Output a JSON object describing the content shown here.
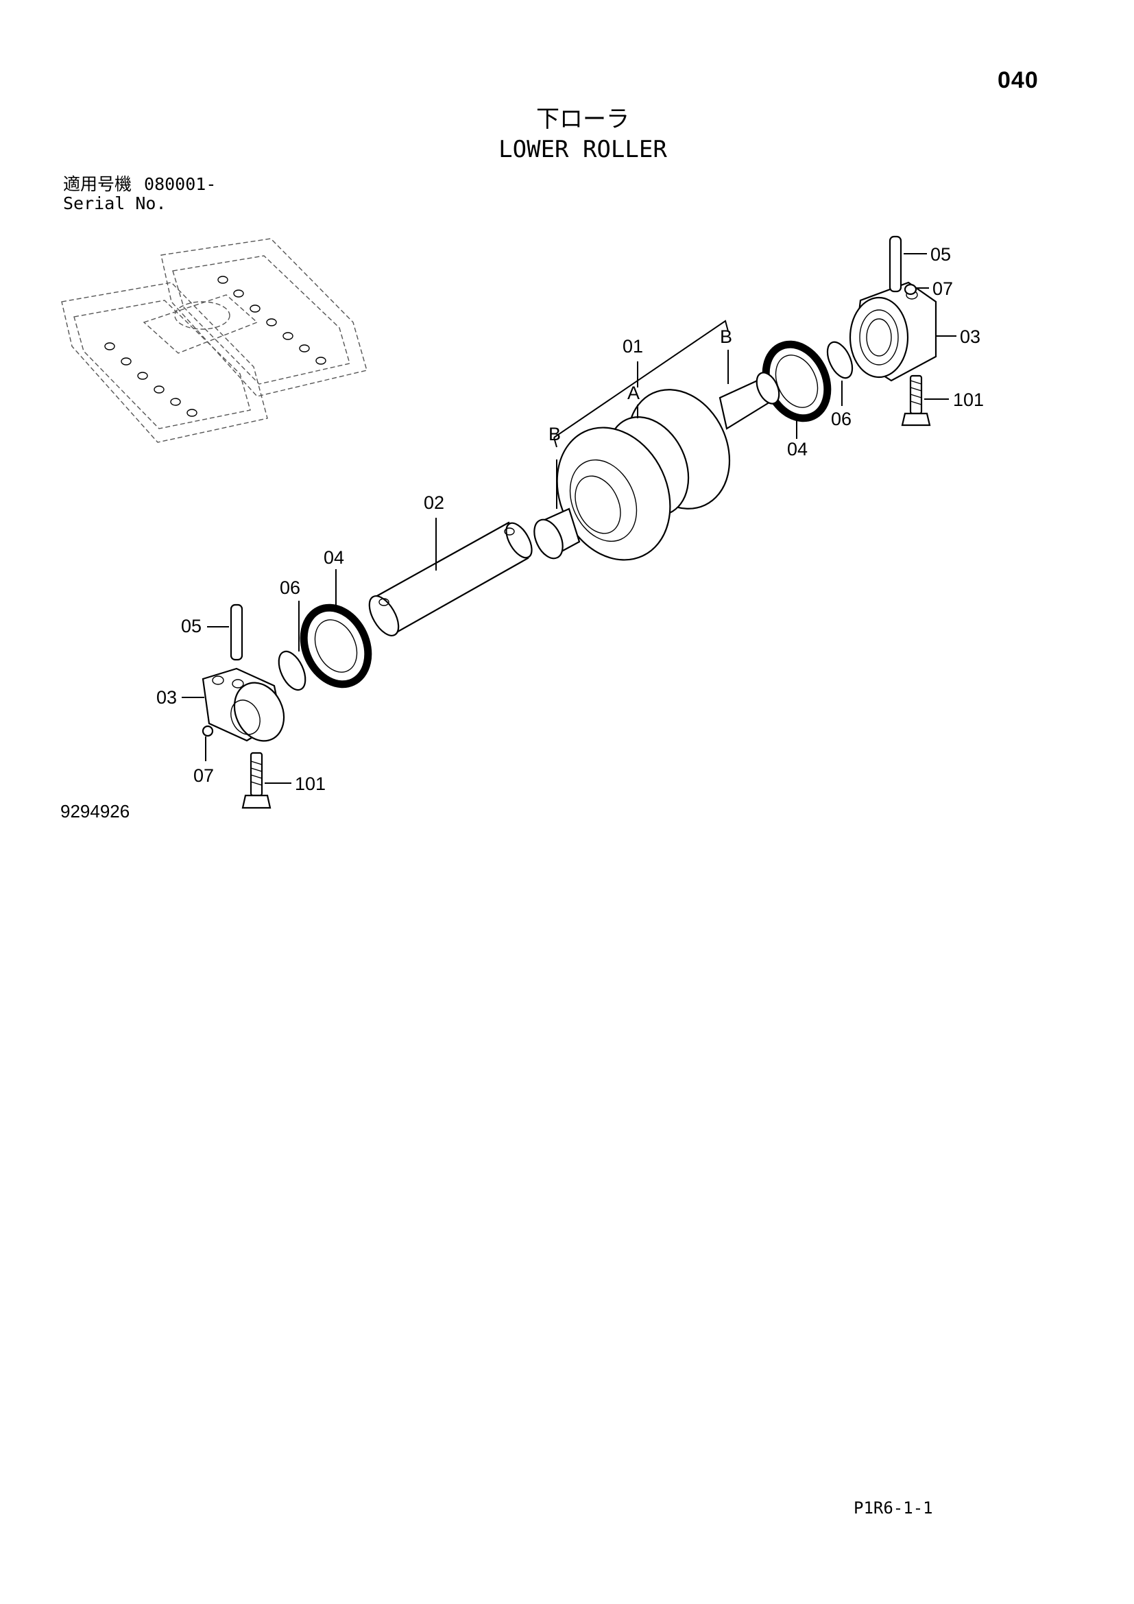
{
  "header": {
    "page_number": "040",
    "title_ja": "下ローラ",
    "title_en": "LOWER ROLLER"
  },
  "serial": {
    "label_ja": "適用号機",
    "value": "080001-",
    "label_en": "Serial No."
  },
  "callouts": {
    "roller_assembly": "01",
    "roller_body": "A",
    "collar_left": "B",
    "collar_right": "B",
    "shaft": "02",
    "collar_bracket_right": "03",
    "collar_bracket_left": "03",
    "seal_right": "04",
    "seal_left": "04",
    "pin_right": "05",
    "pin_left": "05",
    "o_ring_right": "06",
    "o_ring_left": "06",
    "plug_right": "07",
    "plug_left": "07",
    "bolt_right": "101",
    "bolt_left": "101"
  },
  "footer": {
    "drawing_number": "9294926",
    "sheet_code": "P1R6-1-1"
  }
}
